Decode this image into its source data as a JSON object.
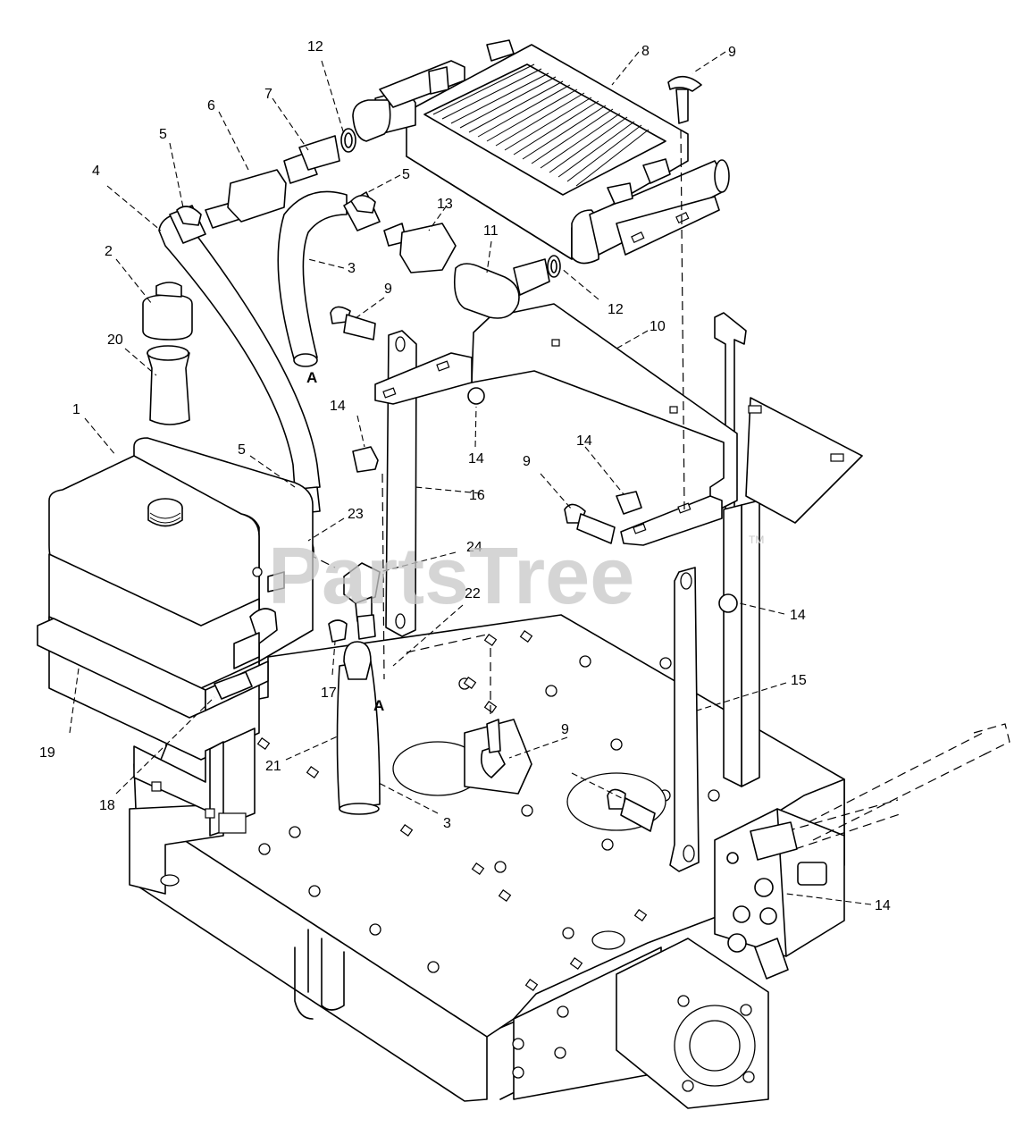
{
  "diagram": {
    "watermark": "PartsTree",
    "watermark_mark": "TM",
    "callouts": [
      {
        "id": "c1",
        "text": "1"
      },
      {
        "id": "c2",
        "text": "2"
      },
      {
        "id": "c3a",
        "text": "3"
      },
      {
        "id": "c3b",
        "text": "3"
      },
      {
        "id": "c4",
        "text": "4"
      },
      {
        "id": "c5a",
        "text": "5"
      },
      {
        "id": "c5b",
        "text": "5"
      },
      {
        "id": "c5c",
        "text": "5"
      },
      {
        "id": "c6",
        "text": "6"
      },
      {
        "id": "c7",
        "text": "7"
      },
      {
        "id": "c8",
        "text": "8"
      },
      {
        "id": "c9a",
        "text": "9"
      },
      {
        "id": "c9b",
        "text": "9"
      },
      {
        "id": "c9c",
        "text": "9"
      },
      {
        "id": "c9d",
        "text": "9"
      },
      {
        "id": "c10",
        "text": "10"
      },
      {
        "id": "c11",
        "text": "11"
      },
      {
        "id": "c12a",
        "text": "12"
      },
      {
        "id": "c12b",
        "text": "12"
      },
      {
        "id": "c13",
        "text": "13"
      },
      {
        "id": "c14a",
        "text": "14"
      },
      {
        "id": "c14b",
        "text": "14"
      },
      {
        "id": "c14c",
        "text": "14"
      },
      {
        "id": "c14d",
        "text": "14"
      },
      {
        "id": "c14e",
        "text": "14"
      },
      {
        "id": "c15",
        "text": "15"
      },
      {
        "id": "c16",
        "text": "16"
      },
      {
        "id": "c17",
        "text": "17"
      },
      {
        "id": "c18",
        "text": "18"
      },
      {
        "id": "c19",
        "text": "19"
      },
      {
        "id": "c20",
        "text": "20"
      },
      {
        "id": "c21",
        "text": "21"
      },
      {
        "id": "c22",
        "text": "22"
      },
      {
        "id": "c23",
        "text": "23"
      },
      {
        "id": "c24",
        "text": "24"
      }
    ],
    "connection_markers": [
      {
        "id": "ma",
        "text": "A"
      },
      {
        "id": "mb",
        "text": "A"
      }
    ]
  }
}
